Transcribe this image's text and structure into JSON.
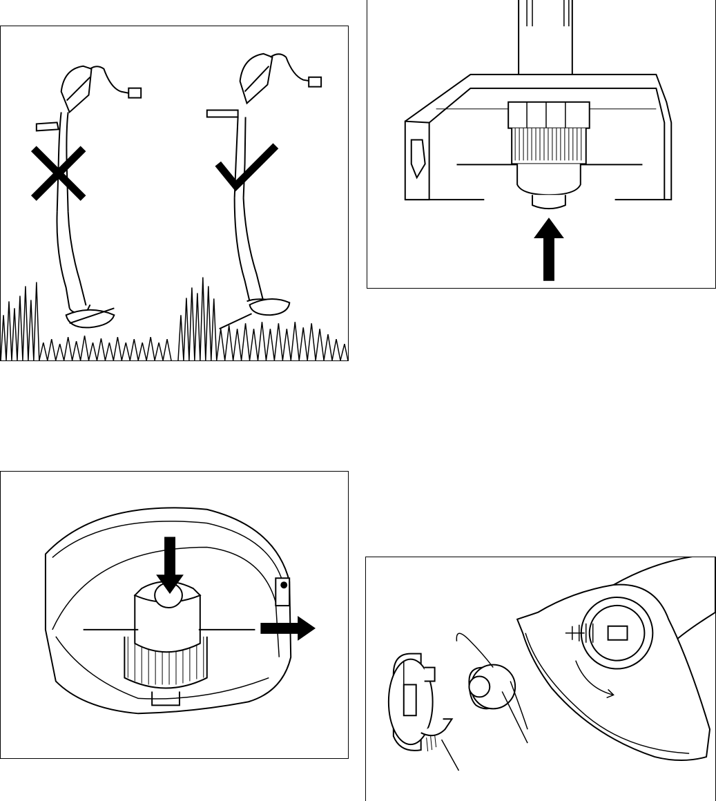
{
  "figures": [
    {
      "id": "trim-angle",
      "marks": [
        "wrong",
        "correct"
      ]
    },
    {
      "id": "spool-press-up",
      "marks": [
        "arrow-up"
      ]
    },
    {
      "id": "spool-removal",
      "marks": [
        "arrow-down",
        "arrow-right"
      ]
    },
    {
      "id": "spool-assembly-exploded",
      "marks": [
        "leader-lines"
      ]
    }
  ],
  "colors": {
    "line": "#000000",
    "background": "#ffffff"
  }
}
